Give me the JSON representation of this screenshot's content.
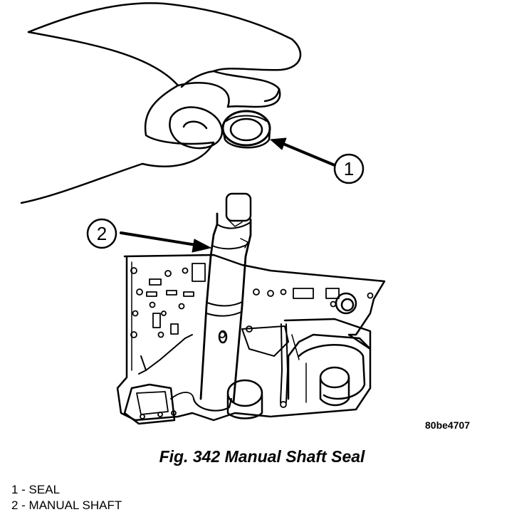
{
  "figure": {
    "callouts": [
      {
        "number": "1"
      },
      {
        "number": "2"
      }
    ],
    "image_code": "80be4707",
    "caption": "Fig. 342 Manual Shaft Seal"
  },
  "legend": [
    {
      "text": "1 - SEAL"
    },
    {
      "text": "2 - MANUAL SHAFT"
    }
  ]
}
